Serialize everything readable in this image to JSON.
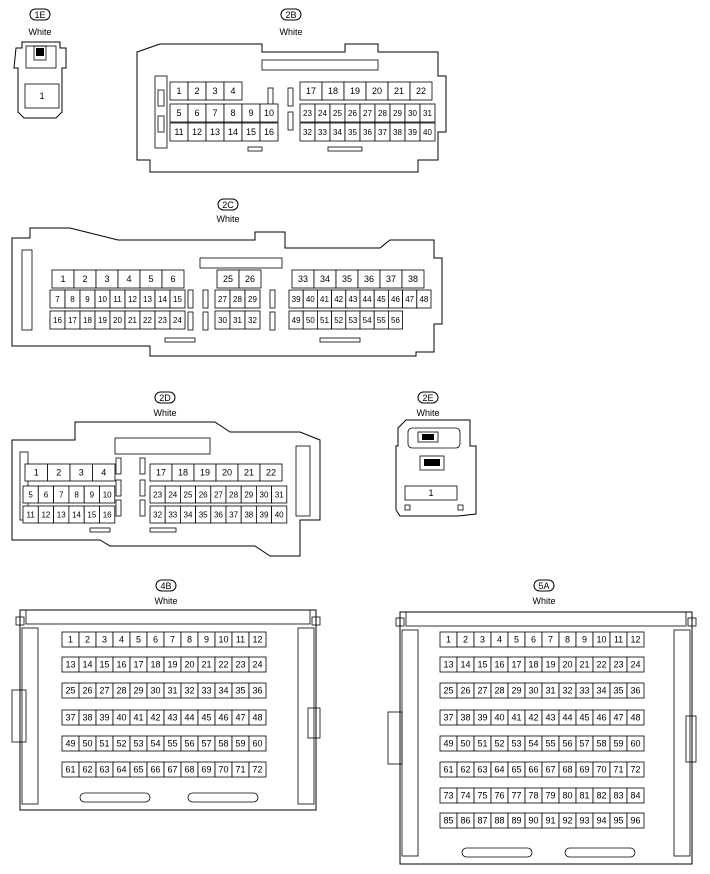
{
  "connectors": [
    {
      "id": "1E",
      "color": "White",
      "pins_first": 1,
      "pins_last": 1
    },
    {
      "id": "2B",
      "color": "White",
      "pins_first": 1,
      "pins_last": 40
    },
    {
      "id": "2C",
      "color": "White",
      "pins_first": 1,
      "pins_last": 56
    },
    {
      "id": "2D",
      "color": "White",
      "pins_first": 1,
      "pins_last": 40
    },
    {
      "id": "2E",
      "color": "White",
      "pins_first": 1,
      "pins_last": 1
    },
    {
      "id": "4B",
      "color": "White",
      "pins_first": 1,
      "pins_last": 72
    },
    {
      "id": "5A",
      "color": "White",
      "pins_first": 1,
      "pins_last": 96
    }
  ]
}
